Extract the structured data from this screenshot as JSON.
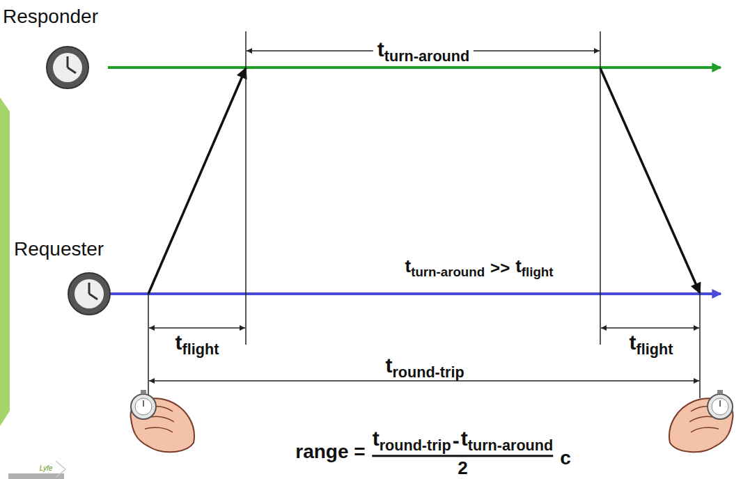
{
  "diagram": {
    "labels": [
      "Responder",
      "tturn-around",
      "Requester",
      "tturn-around",
      ">>",
      "tflight",
      "tflight",
      "tflight",
      "tround-trip",
      "range =",
      "tround-trip",
      "-",
      "tturn-around",
      "2",
      "c",
      "Lyfe"
    ]
  }
}
